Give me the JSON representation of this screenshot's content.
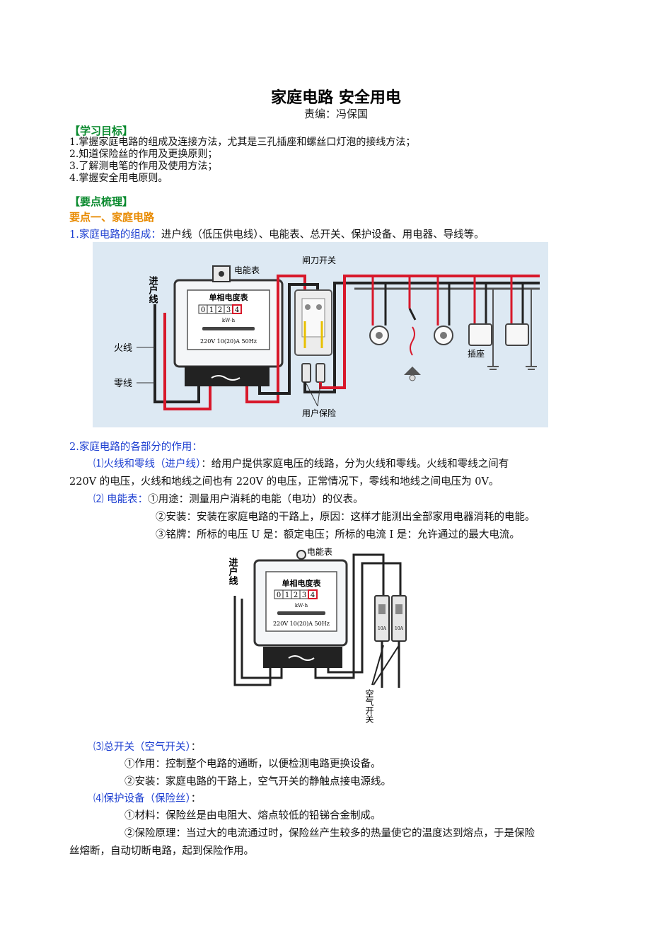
{
  "title": "家庭电路 安全用电",
  "editor": "责编：冯保国",
  "objectives": {
    "heading": "【学习目标】",
    "items": [
      "1.掌握家庭电路的组成及连接方法，尤其是三孔插座和螺丝口灯泡的接线方法；",
      "2.知道保险丝的作用及更换原则；",
      "3.了解测电笔的作用及使用方法；",
      "4.掌握安全用电原则。"
    ]
  },
  "points": {
    "heading": "【要点梳理】",
    "point1_heading": "要点一、家庭电路",
    "composition_label": "1.家庭电路的组成：",
    "composition_text": "进户线（低压供电线）、电能表、总开关、保护设备、用电器、导线等。",
    "functions_label": "2.家庭电路的各部分的作用：",
    "item1_label": "⑴火线和零线（进户线）",
    "item1_text1": "：给用户提供家庭电压的线路，分为火线和零线。火线和零线之间有",
    "item1_text2": "220V 的电压，火线和地线之间也有 220V 的电压，正常情况下，零线和地线之间电压为 0V。",
    "item2_label": "⑵ 电能表：",
    "item2_use": "①用途：测量用户消耗的电能（电功）的仪表。",
    "item2_install": "②安装：安装在家庭电路的干路上，原因：这样才能测出全部家用电器消耗的电能。",
    "item2_plate": "③铭牌：所标的电压 U 是：额定电压；所标的电流 I 是：允许通过的最大电流。",
    "item3_label": "⑶总开关（空气开关）",
    "item3_colon": "：",
    "item3_a": "①作用：控制整个电路的通断，以便检测电路更换设备。",
    "item3_b": "②安装：家庭电路的干路上，空气开关的静触点接电源线。",
    "item4_label": "⑷保护设备（保险丝）",
    "item4_colon": "：",
    "item4_a": "①材料：保险丝是由电阻大、熔点较低的铅锑合金制成。",
    "item4_b1": "②保险原理：当过大的电流通过时，保险丝产生较多的热量使它的温度达到熔点，于是保险",
    "item4_b2": "丝熔断，自动切断电路，起到保险作用。"
  },
  "figure1": {
    "label_incoming": "进户线",
    "label_meter": "电能表",
    "label_knife_switch": "闸刀开关",
    "label_live": "火线",
    "label_neutral": "零线",
    "label_socket": "插座",
    "label_fuse": "用户保险",
    "meter_title": "单相电度表",
    "meter_digits": [
      "0",
      "1",
      "2",
      "3",
      "4"
    ],
    "meter_unit": "kW·h",
    "meter_rating": "220V 10(20)A 50Hz"
  },
  "figure2": {
    "label_incoming": "进户线",
    "label_meter": "电能表",
    "label_breaker": "空气开关",
    "meter_title": "单相电度表",
    "meter_digits": [
      "0",
      "1",
      "2",
      "3",
      "4"
    ],
    "meter_unit": "kW·h",
    "meter_rating": "220V 10(20)A 50Hz",
    "breaker_rating": "10A"
  },
  "colors": {
    "objective_heading": "#0a8a2e",
    "point_heading": "#e88a00",
    "blue_text": "#1d3fd1",
    "live_wire": "#d8182a",
    "figure_bg": "#dde9f3"
  }
}
